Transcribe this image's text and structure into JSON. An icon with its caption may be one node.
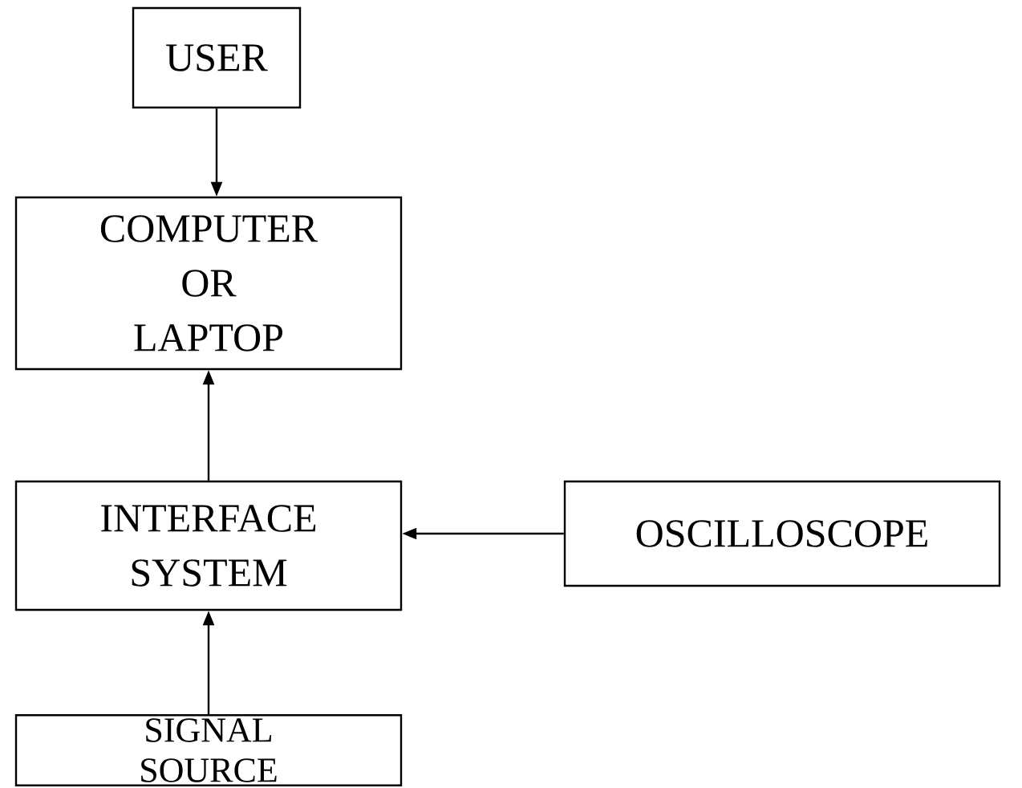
{
  "diagram": {
    "nodes": [
      {
        "text": [
          "USER"
        ]
      },
      {
        "text": [
          "COMPUTER OR LAPTOP"
        ]
      },
      {
        "text": [
          "INTERFACE SYSTEM"
        ]
      },
      {
        "text": [
          "OSCILLOSCOPE"
        ]
      },
      {
        "text": [
          "SIGNAL SOURCE"
        ]
      }
    ],
    "edges": [
      {
        "from": 0,
        "to": 1,
        "arrow": "to"
      },
      {
        "from": 2,
        "to": 1,
        "arrow": "to"
      },
      {
        "from": 3,
        "to": 2,
        "arrow": "to"
      },
      {
        "from": 4,
        "to": 2,
        "arrow": "to"
      }
    ]
  }
}
